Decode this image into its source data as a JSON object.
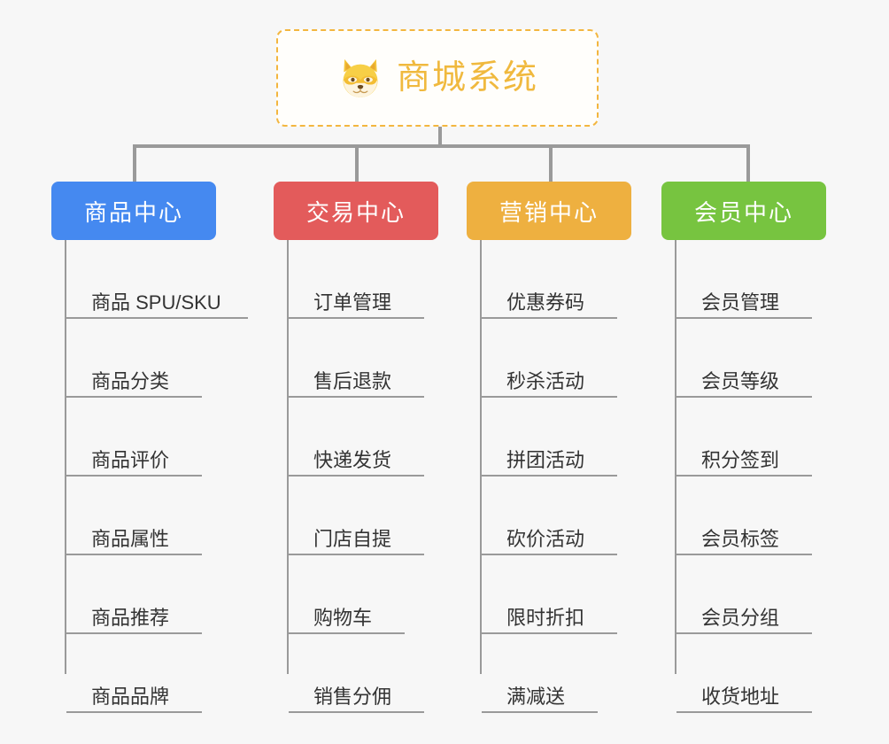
{
  "page": {
    "background_color": "#f7f7f7",
    "type": "mindmap-org-chart"
  },
  "root": {
    "title": "商城系统",
    "icon": "shiba-dog-face-icon",
    "text_color": "#f0b93e",
    "border_color": "#f3b63f",
    "background_color": "#fffefb"
  },
  "columns": [
    {
      "header": "商品中心",
      "color": "#4589f0",
      "items": [
        "商品 SPU/SKU",
        "商品分类",
        "商品评价",
        "商品属性",
        "商品推荐",
        "商品品牌"
      ]
    },
    {
      "header": "交易中心",
      "color": "#e35b5b",
      "items": [
        "订单管理",
        "售后退款",
        "快递发货",
        "门店自提",
        "购物车",
        "销售分佣"
      ]
    },
    {
      "header": "营销中心",
      "color": "#eeb040",
      "items": [
        "优惠券码",
        "秒杀活动",
        "拼团活动",
        "砍价活动",
        "限时折扣",
        "满减送"
      ]
    },
    {
      "header": "会员中心",
      "color": "#77c440",
      "items": [
        "会员管理",
        "会员等级",
        "积分签到",
        "会员标签",
        "会员分组",
        "收货地址"
      ]
    }
  ],
  "connector_color": "#9a9a9a"
}
